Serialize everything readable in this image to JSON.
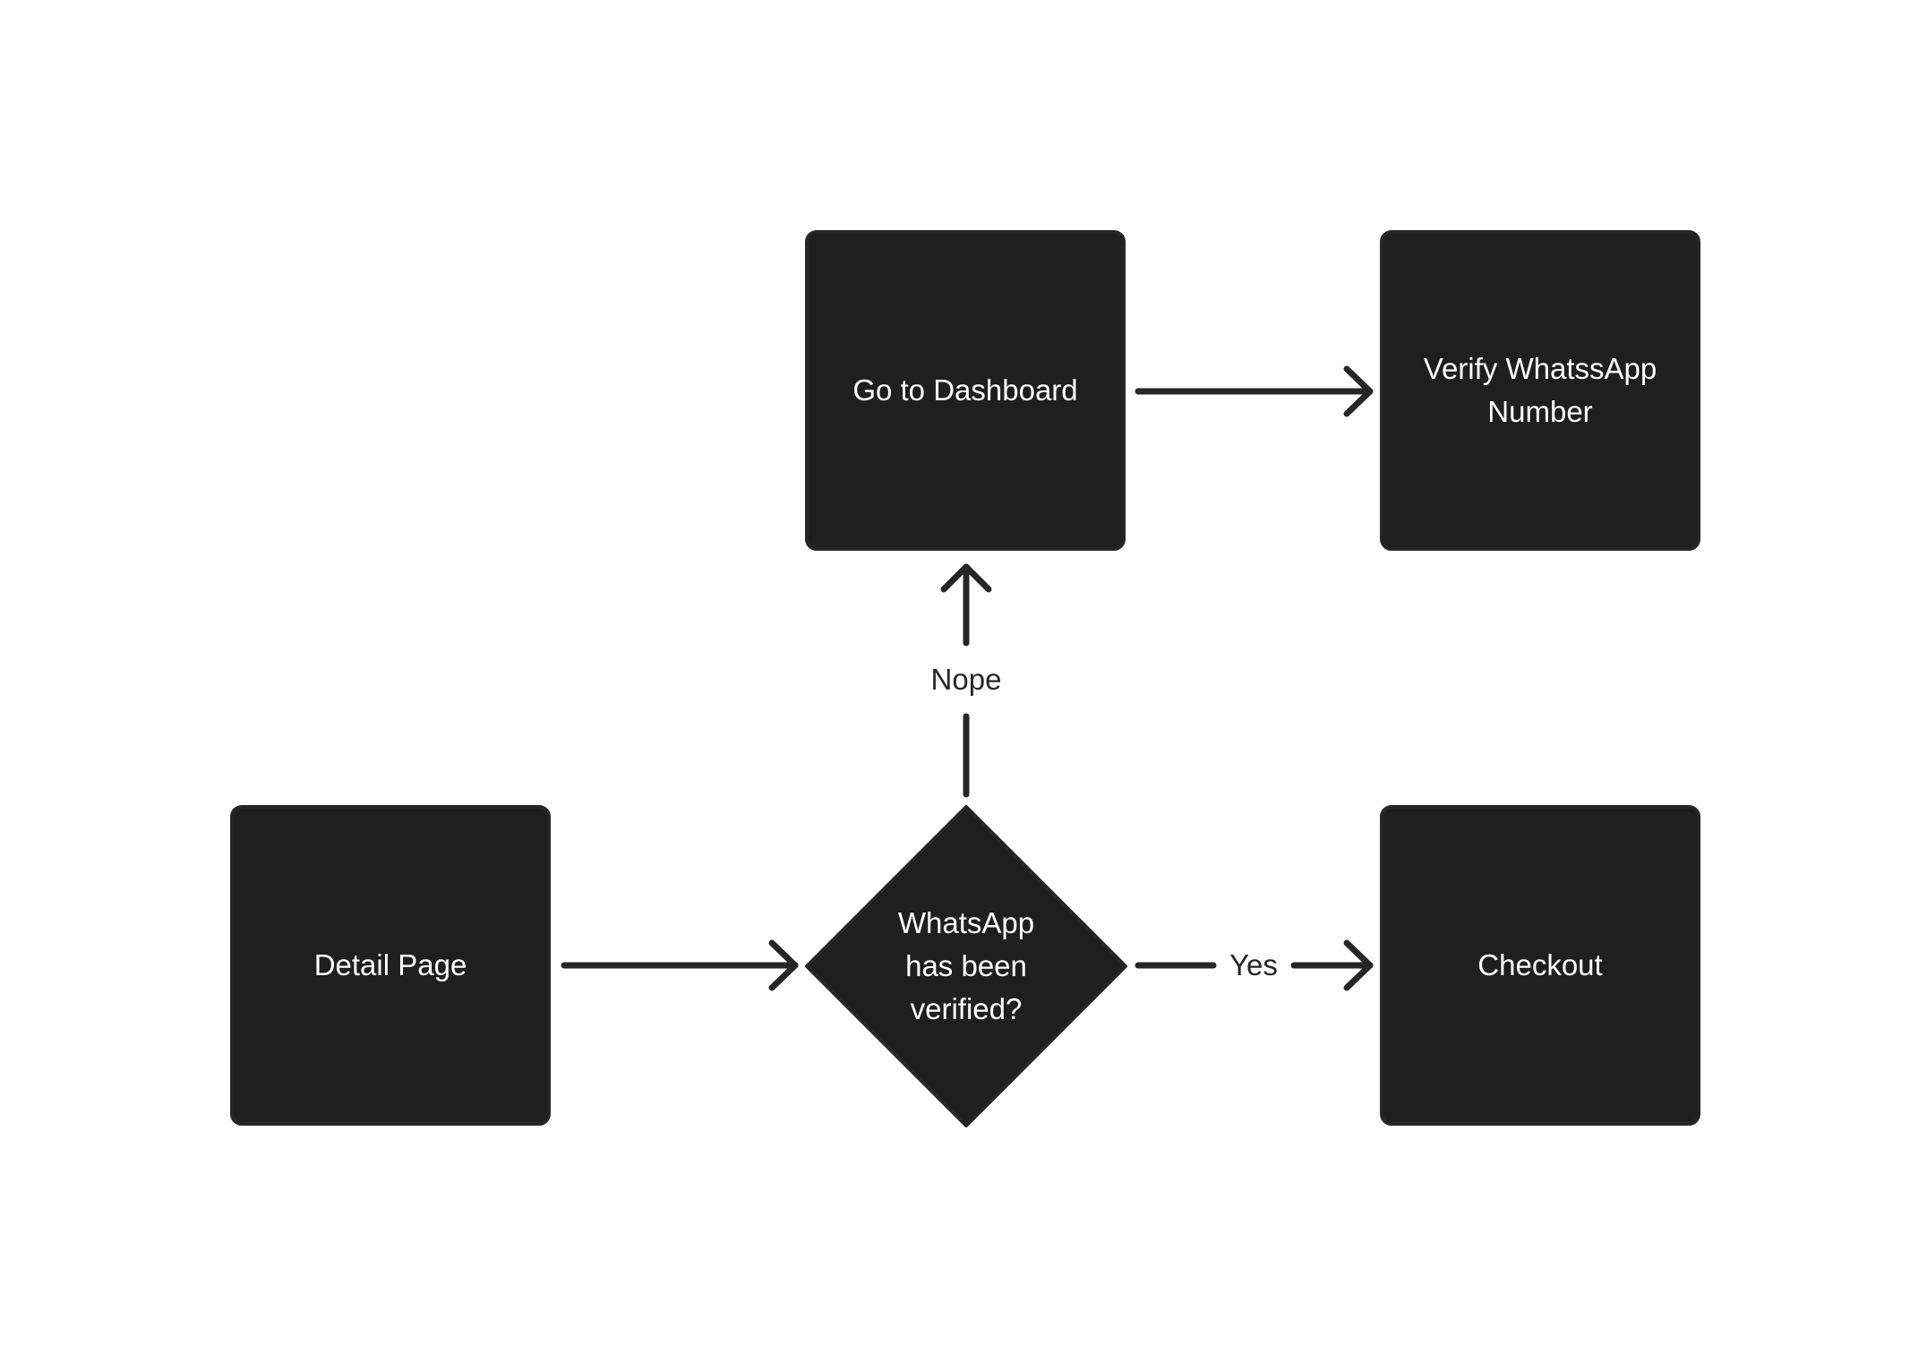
{
  "nodes": {
    "detail_page": "Detail Page",
    "decision": "WhatsApp\nhas been\nverified?",
    "dashboard": "Go to Dashboard",
    "verify": "Verify WhatssApp\nNumber",
    "checkout": "Checkout"
  },
  "edges": {
    "no_label": "Nope",
    "yes_label": "Yes"
  },
  "colors": {
    "node_fill": "#1f1f1f",
    "stroke": "#262626",
    "background": "#ffffff"
  }
}
